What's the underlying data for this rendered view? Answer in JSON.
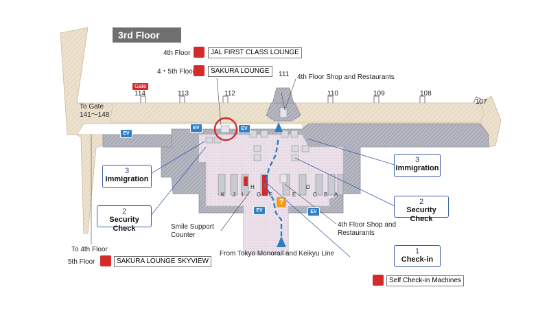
{
  "floor_title": "3rd Floor",
  "lounges": {
    "jal_floor": "4th Floor",
    "jal_name": "JAL FIRST CLASS LOUNGE",
    "sakura_floor": "4・5th Floor",
    "sakura_name": "SAKURA LOUNGE",
    "skyview_floor": "5th Floor",
    "skyview_name": "SAKURA LOUNGE SKYVIEW"
  },
  "gate_badge": "Gate",
  "gates": [
    "114",
    "113",
    "112",
    "111",
    "110",
    "109",
    "108",
    "107"
  ],
  "to_gate": "To Gate\n141～148",
  "to_4th_floor": "To 4th Floor",
  "shop_restaurants_top": "4th Floor Shop and Restaurants",
  "shop_restaurants_bottom": "4th Floor Shop and\nRestaurants",
  "smile_support": "Smile Support\nCounter",
  "from_monorail": "From Tokyo Monorail and Keikyu Line",
  "self_checkin": "Self Check-in Machines",
  "ev_label": "EV",
  "info_label": "?",
  "counter_letters": [
    "K",
    "J",
    "I",
    "H",
    "G",
    "F",
    "E",
    "D",
    "C",
    "B",
    "A"
  ],
  "callouts": {
    "immigration_left": {
      "num": "3",
      "text": "Immigration"
    },
    "security_left": {
      "num": "2",
      "text": "Security Check"
    },
    "immigration_right": {
      "num": "3",
      "text": "Immigration"
    },
    "security_right": {
      "num": "2",
      "text": "Security Check"
    },
    "checkin": {
      "num": "1",
      "text": "Check-in"
    }
  },
  "colors": {
    "building": "#aeb0bb",
    "corridor": "#e8dcc8",
    "hall": "#ece0ea",
    "accent_red": "#d42a2a",
    "route_blue": "#2a7fc2",
    "callout_blue": "#3a5ca8"
  }
}
